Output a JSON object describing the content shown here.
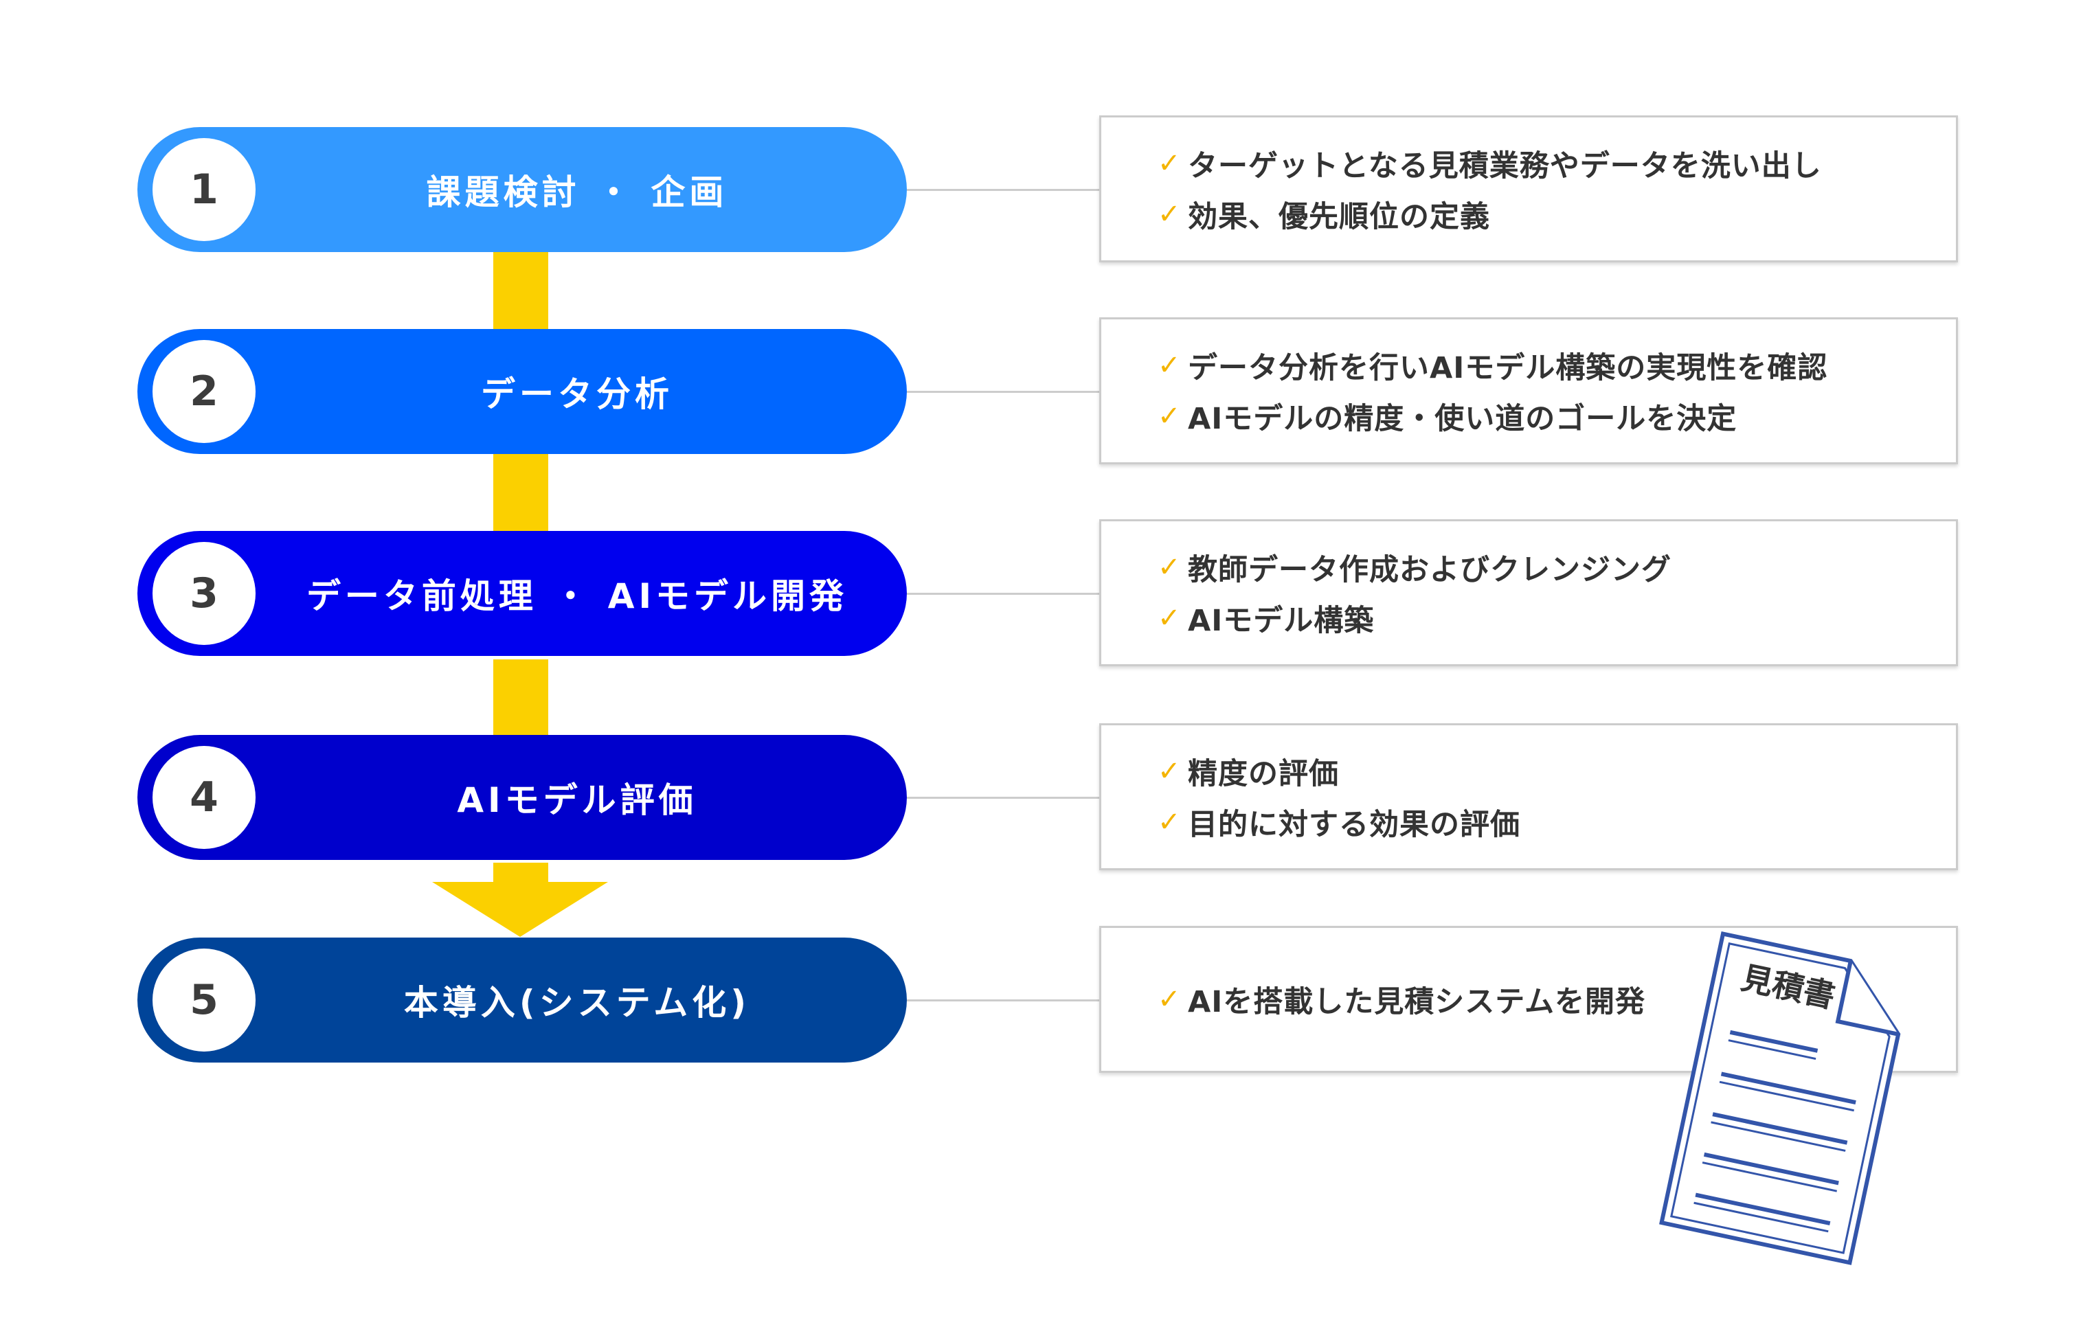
{
  "steps": [
    {
      "number": "1",
      "label": "課題検討 ・ 企画",
      "color": "#3399ff"
    },
    {
      "number": "2",
      "label": "データ分析",
      "color": "#0066ff"
    },
    {
      "number": "3",
      "label": "データ前処理 ・ AIモデル開発",
      "color": "#0000ee"
    },
    {
      "number": "4",
      "label": "AIモデル評価",
      "color": "#0000cc"
    },
    {
      "number": "5",
      "label": "本導入(システム化)",
      "color": "#004499"
    }
  ],
  "details": [
    [
      "ターゲットとなる見積業務やデータを洗い出し",
      "効果、優先順位の定義"
    ],
    [
      "データ分析を行いAIモデル構築の実現性を確認",
      "AIモデルの精度・使い道のゴールを決定"
    ],
    [
      "教師データ作成およびクレンジング",
      "AIモデル構築"
    ],
    [
      "精度の評価",
      "目的に対する効果の評価"
    ],
    [
      "AIを搭載した見積システムを開発"
    ]
  ],
  "check_icon": {
    "name": "check-icon",
    "glyph": "✓",
    "color": "#f4b400"
  },
  "document": {
    "label": "見積書",
    "icon": "document-icon",
    "color": "#3355aa"
  },
  "arrow_color": "#fbd000"
}
